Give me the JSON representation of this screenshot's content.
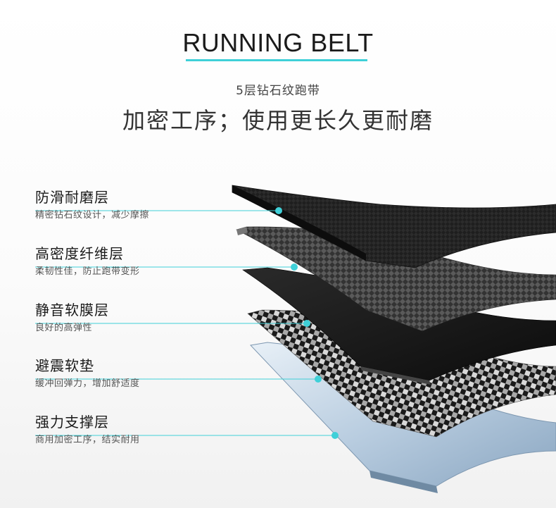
{
  "header": {
    "title": "RUNNING BELT",
    "subtitle_small": "5层钻石纹跑带",
    "subtitle_large": "加密工序；使用更长久更耐磨"
  },
  "layers": [
    {
      "name": "防滑耐磨层",
      "desc": "精密钻石纹设计，减少摩擦"
    },
    {
      "name": "高密度纤维层",
      "desc": "柔韧性佳，防止跑带变形"
    },
    {
      "name": "静音软膜层",
      "desc": "良好的高弹性"
    },
    {
      "name": "避震软垫",
      "desc": "缓冲回弹力，增加舒适度"
    },
    {
      "name": "强力支撑层",
      "desc": "商用加密工序，结实耐用"
    }
  ],
  "colors": {
    "accent": "#3fd0d8",
    "belt_dark": "#1b1b1b",
    "support_blue": "#9fb8cf"
  }
}
